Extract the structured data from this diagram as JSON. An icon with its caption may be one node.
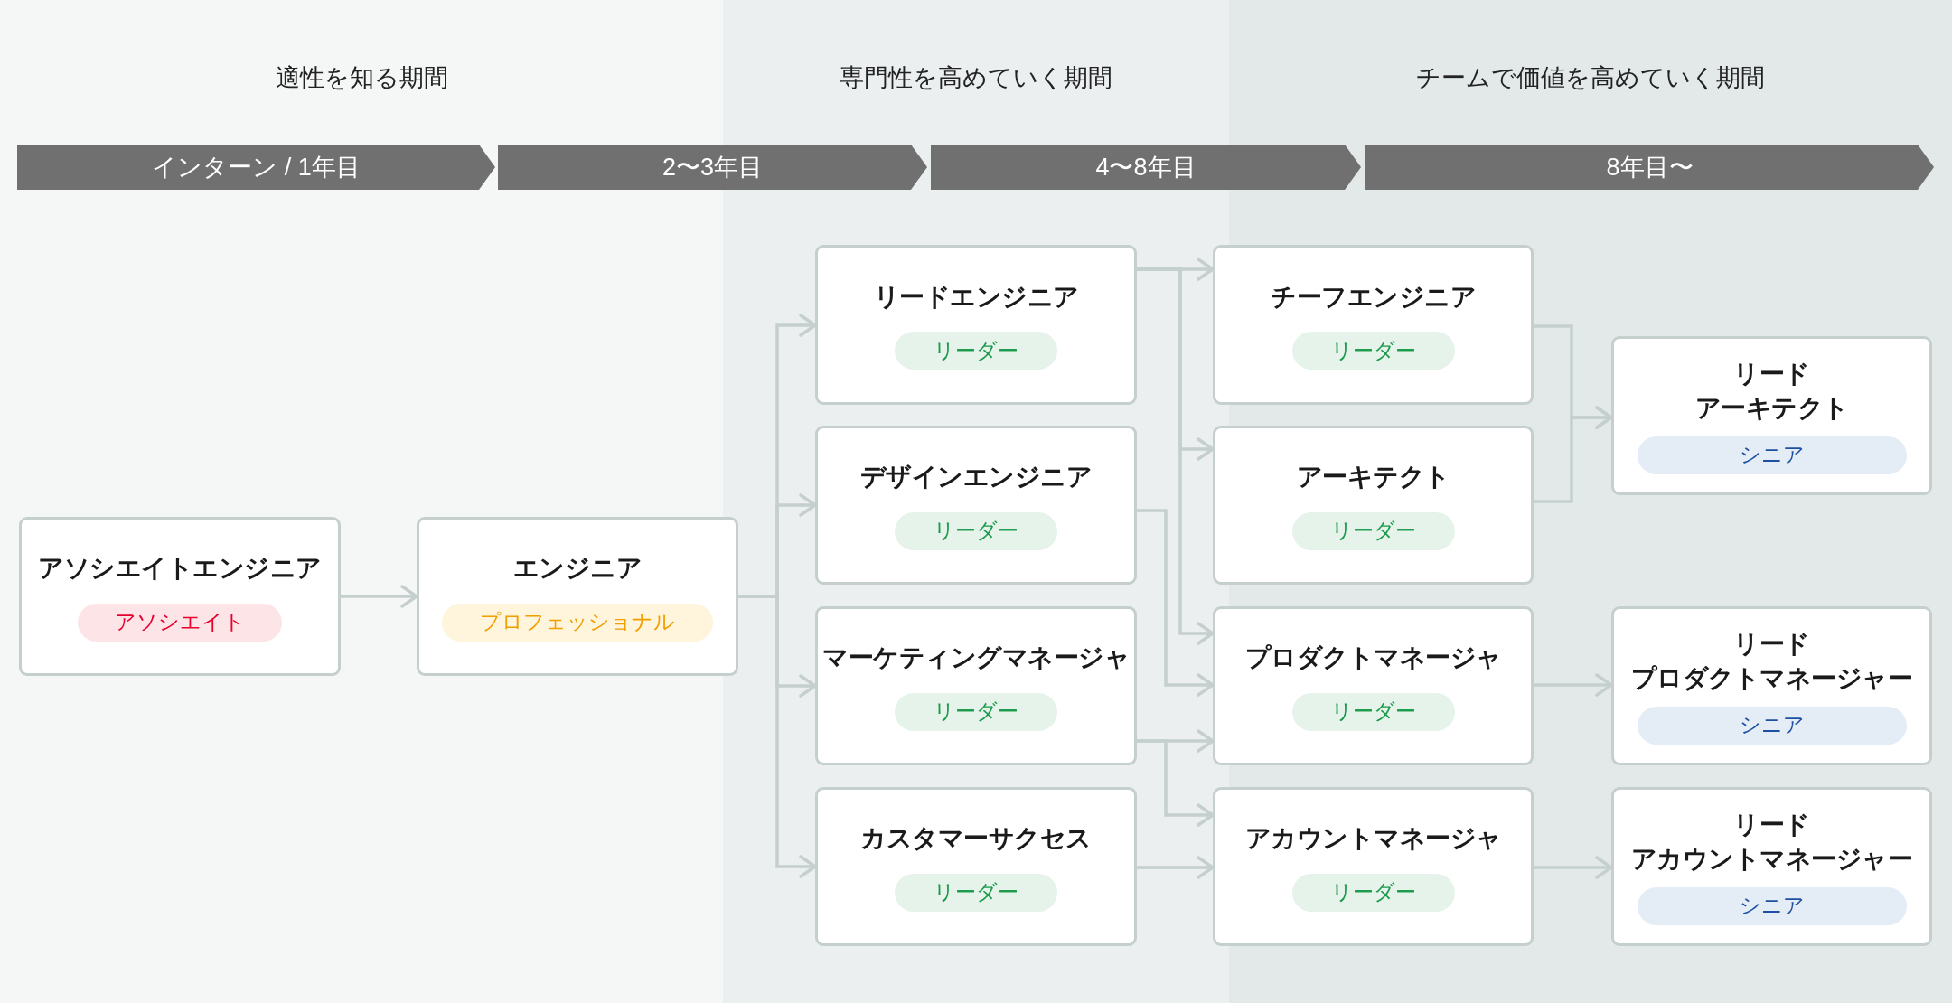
{
  "diagram": {
    "nodes": [
      {
        "text": [
          "アソシエイトエンジニア",
          "アソシエイト"
        ]
      },
      {
        "text": [
          "エンジニア",
          "プロフェッショナル"
        ]
      },
      {
        "text": [
          "リードエンジニア",
          "リーダー"
        ]
      },
      {
        "text": [
          "デザインエンジニア",
          "リーダー"
        ]
      },
      {
        "text": [
          "マーケティングマネージャ",
          "リーダー"
        ]
      },
      {
        "text": [
          "カスタマーサクセス",
          "リーダー"
        ]
      },
      {
        "text": [
          "チーフエンジニア",
          "リーダー"
        ]
      },
      {
        "text": [
          "アーキテクト",
          "リーダー"
        ]
      },
      {
        "text": [
          "プロダクトマネージャ",
          "リーダー"
        ]
      },
      {
        "text": [
          "アカウントマネージャ",
          "リーダー"
        ]
      },
      {
        "text": [
          "リードアーキテクト",
          "シニア"
        ]
      },
      {
        "text": [
          "リードプロダクトマネージャー",
          "シニア"
        ]
      },
      {
        "text": [
          "リードアカウントマネージャー",
          "シニア"
        ]
      }
    ],
    "edges": [
      {
        "from": 0,
        "to": 1,
        "arrow": "to"
      },
      {
        "from": 1,
        "to": 2,
        "arrow": "to"
      },
      {
        "from": 1,
        "to": 3,
        "arrow": "to"
      },
      {
        "from": 1,
        "to": 4,
        "arrow": "to"
      },
      {
        "from": 1,
        "to": 5,
        "arrow": "to"
      },
      {
        "from": 2,
        "to": 6,
        "arrow": "to"
      },
      {
        "from": 2,
        "to": 7,
        "arrow": "to"
      },
      {
        "from": 2,
        "to": 8,
        "arrow": "to"
      },
      {
        "from": 3,
        "to": 8,
        "arrow": "to"
      },
      {
        "from": 4,
        "to": 8,
        "arrow": "to"
      },
      {
        "from": 4,
        "to": 9,
        "arrow": "to"
      },
      {
        "from": 5,
        "to": 9,
        "arrow": "to"
      },
      {
        "from": 6,
        "to": 10,
        "arrow": "to"
      },
      {
        "from": 7,
        "to": 10,
        "arrow": "to"
      },
      {
        "from": 8,
        "to": 11,
        "arrow": "to"
      },
      {
        "from": 9,
        "to": 12,
        "arrow": "to"
      }
    ],
    "labels": [
      "適性を知る期間",
      "専門性を高めていく期間",
      "チームで価値を高めていく期間",
      "インターン / 1年目",
      "2〜3年目",
      "4〜8年目",
      "8年目〜"
    ]
  }
}
